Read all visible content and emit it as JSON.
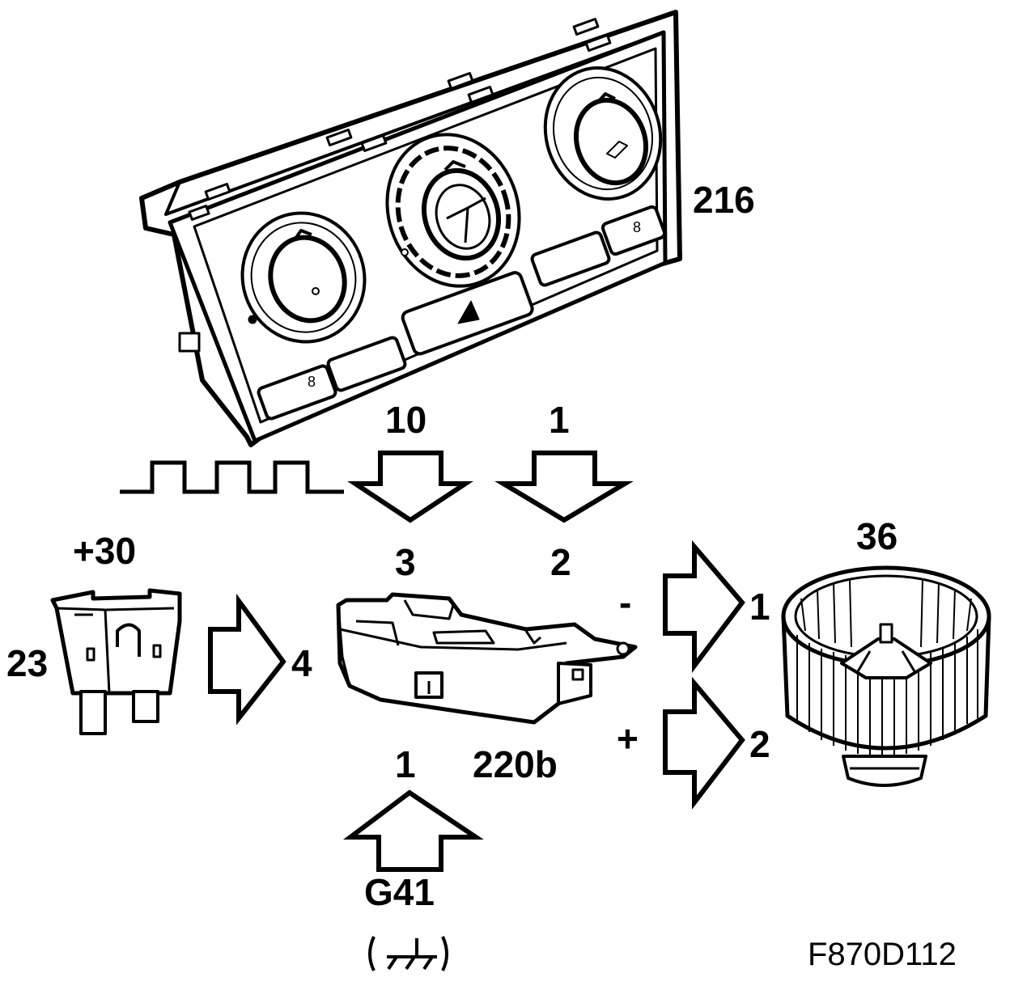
{
  "components": {
    "control_panel": {
      "ref": "216"
    },
    "fuse": {
      "ref": "23",
      "supply": "+30"
    },
    "resistor_module": {
      "ref": "220b"
    },
    "blower_motor": {
      "ref": "36"
    },
    "ground": {
      "ref": "G41",
      "symbol": "( ⏚ )"
    }
  },
  "connections": {
    "signal_in_top": "10",
    "signal_in_top_target": "3",
    "feed_in_top": "1",
    "feed_in_top_target": "2",
    "fuse_to_module": "4",
    "ground_pin": "1",
    "motor_neg_sign": "-",
    "motor_neg_pin": "1",
    "motor_pos_sign": "+",
    "motor_pos_pin": "2"
  },
  "figure_code": "F870D112"
}
